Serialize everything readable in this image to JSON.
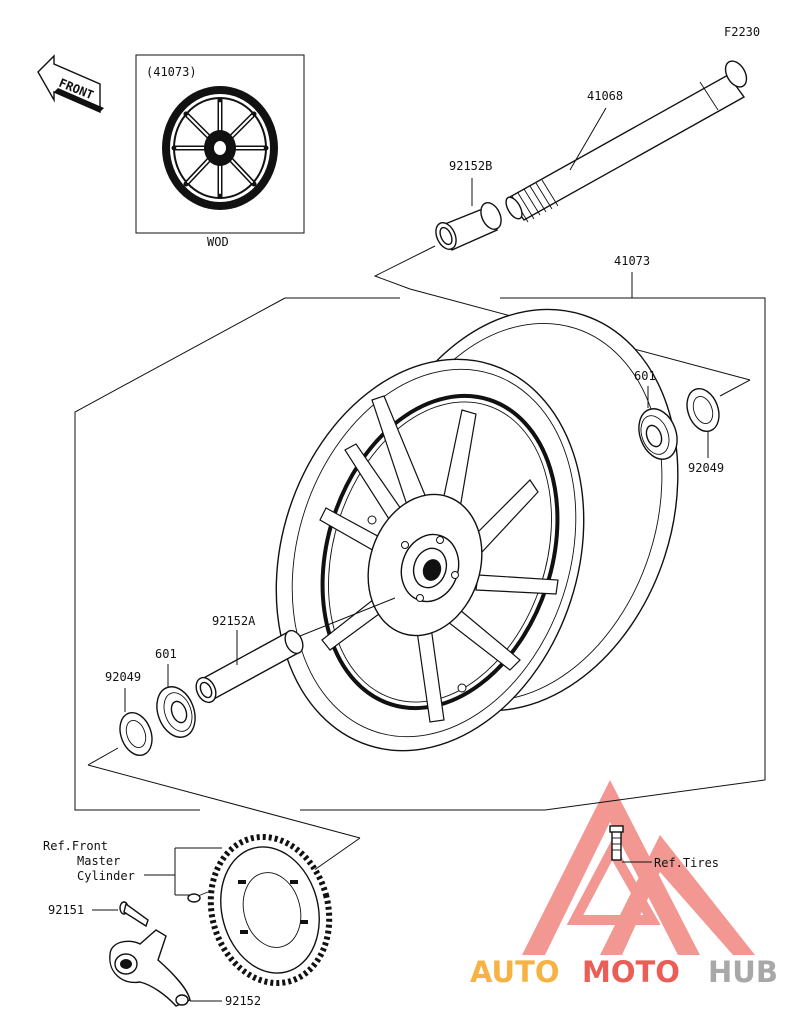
{
  "diagram": {
    "code": "F2230",
    "front_label": "FRONT",
    "inset": {
      "ref": "(41073)",
      "caption": "WOD"
    },
    "parts": {
      "axle": "41068",
      "collar_b": "92152B",
      "wheel": "41073",
      "bearing_r": "601",
      "seal_r": "92049",
      "collar_a": "92152A",
      "bearing_l": "601",
      "seal_l": "92049",
      "bolt": "92151",
      "sensor_bracket": "92152"
    },
    "refs": {
      "master_line1": "Ref.Front",
      "master_line2": "Master",
      "master_line3": "Cylinder",
      "tires": "Ref.Tires"
    }
  },
  "watermark": {
    "part1": "AUTO",
    "part2": "MOTO",
    "part3": "HUB",
    "colors": {
      "orange": "#f5a623",
      "red": "#e8433a",
      "gray": "#9a9a9a"
    }
  }
}
